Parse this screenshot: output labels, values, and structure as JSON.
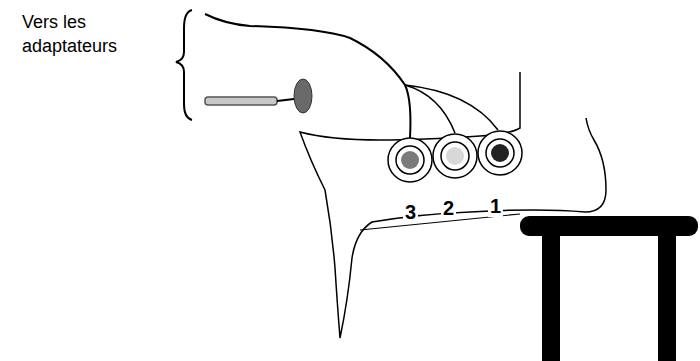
{
  "diagram": {
    "labels": [
      "Vers les adaptateurs",
      "3",
      "2",
      "1"
    ]
  }
}
